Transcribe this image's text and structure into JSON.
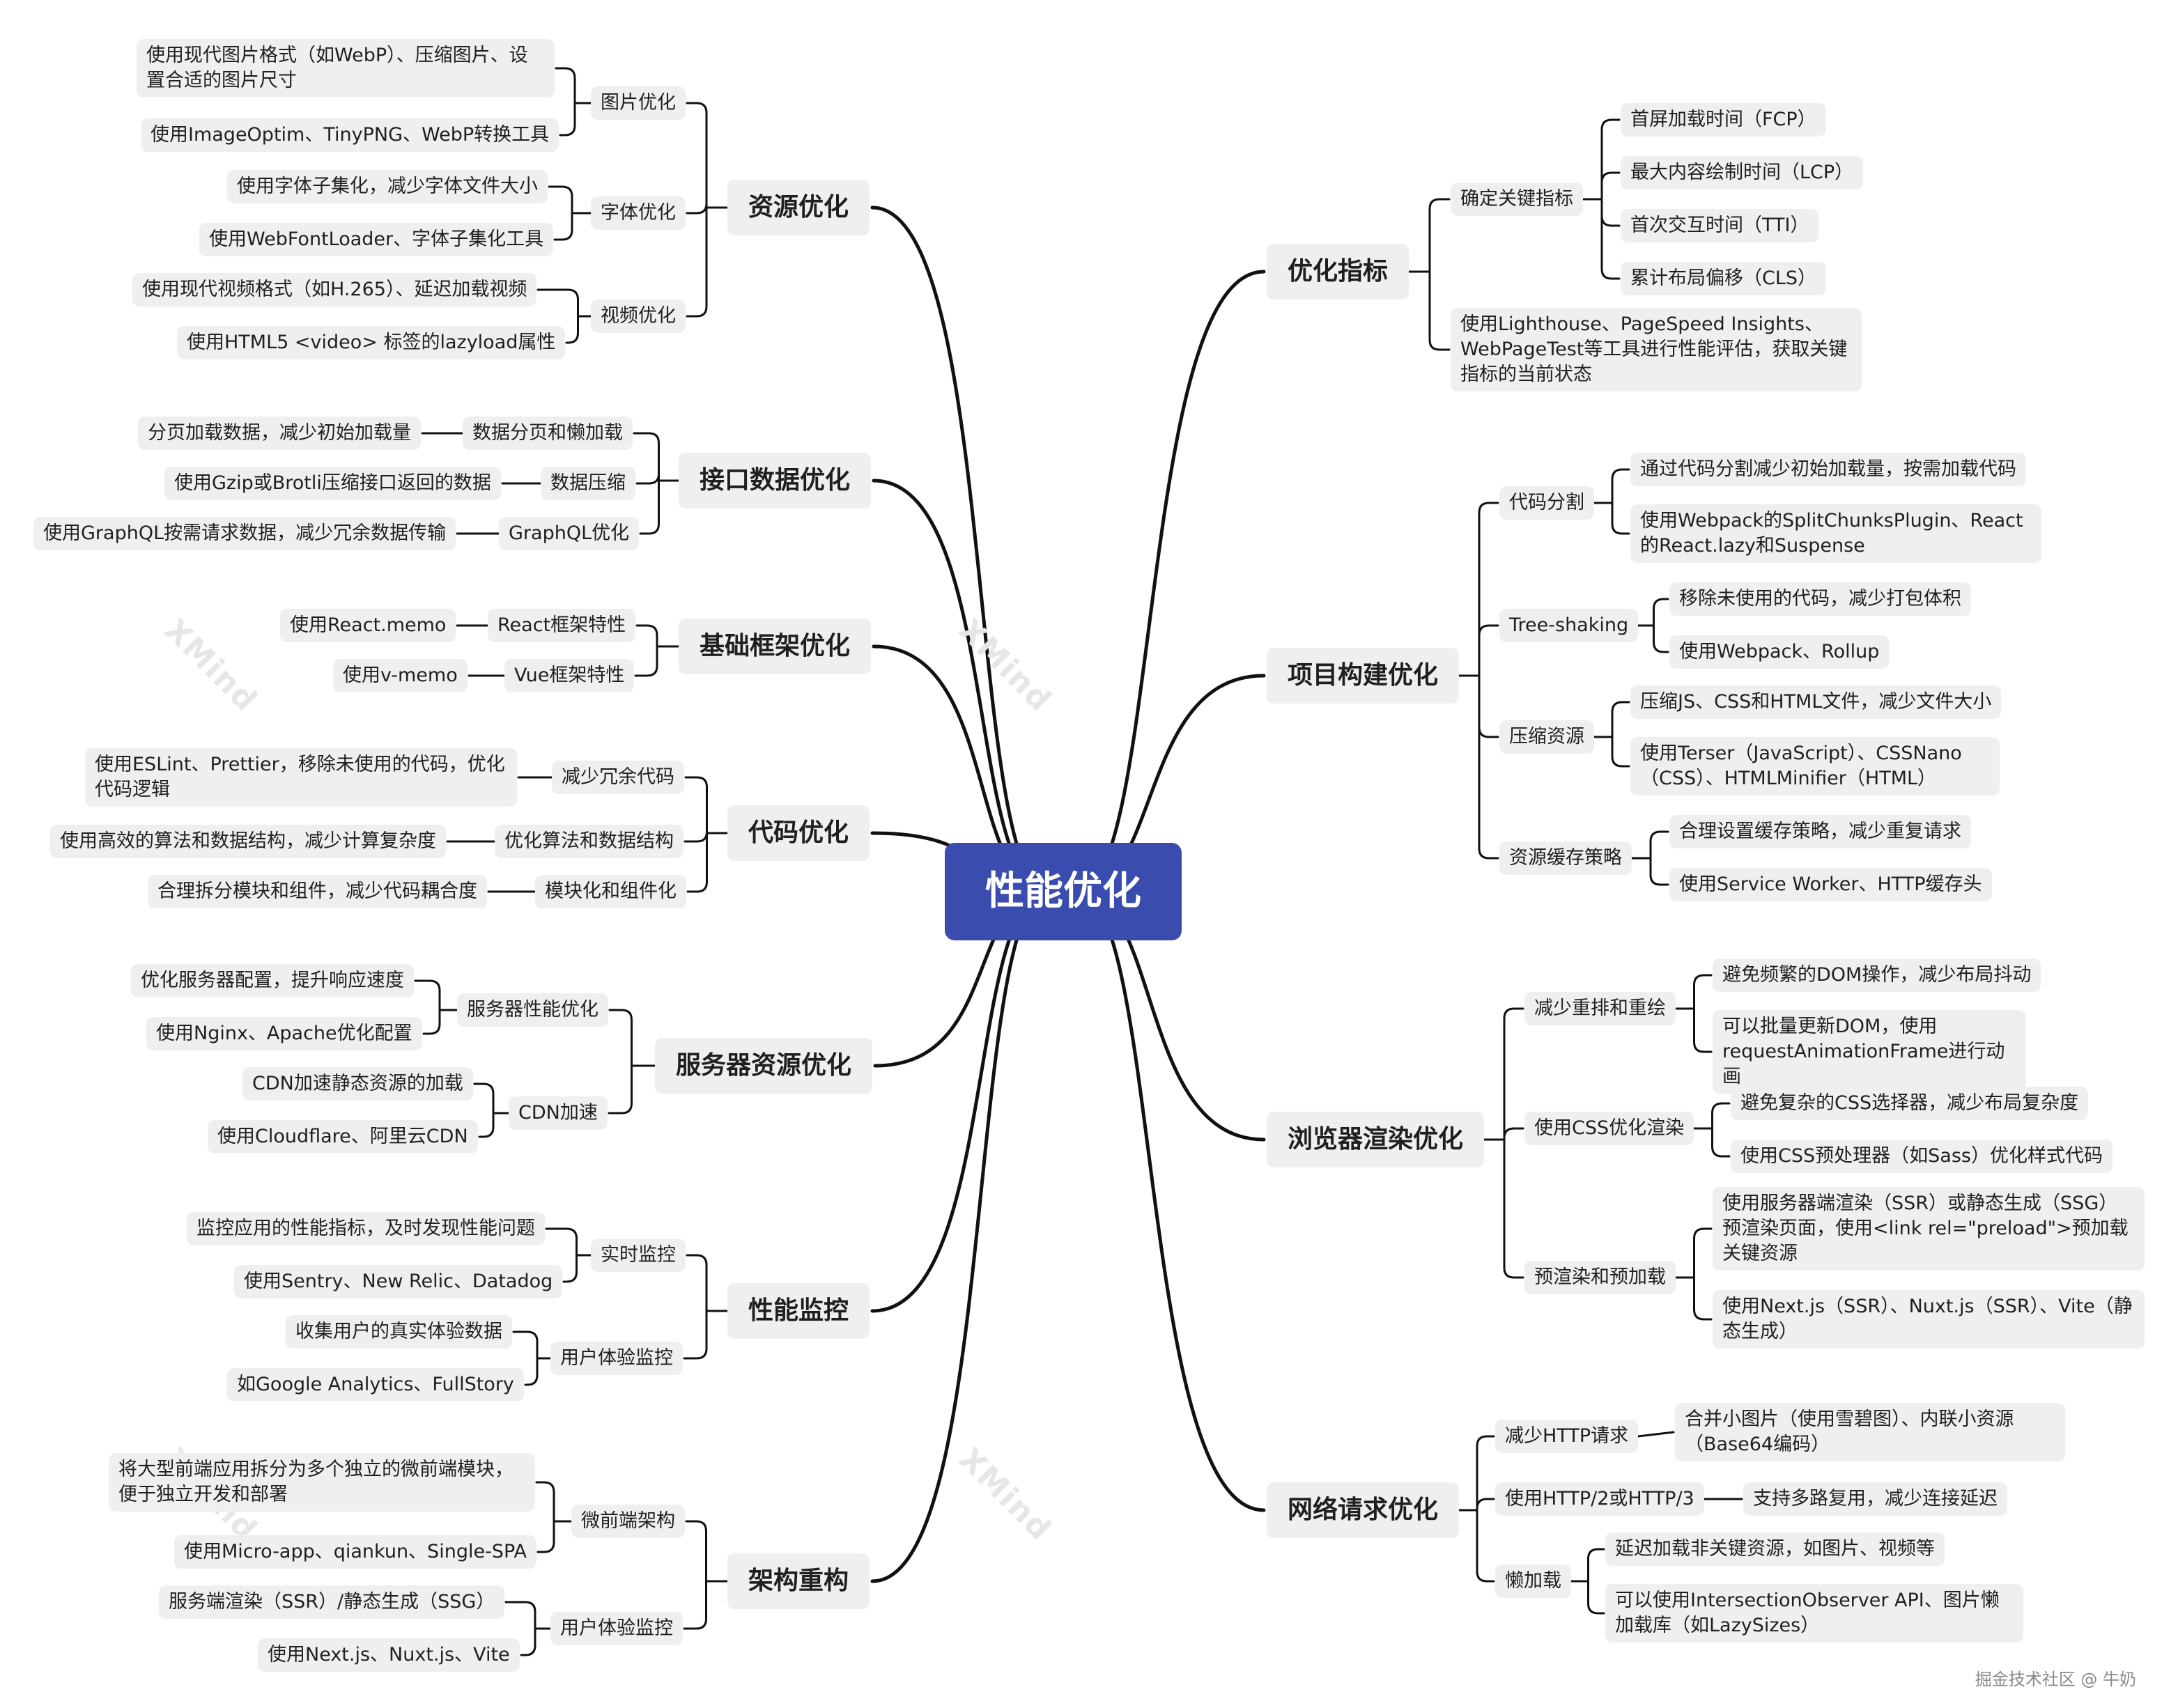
{
  "footer": "掘金技术社区 @ 牛奶",
  "watermark": "XMind",
  "mindmap": {
    "center": "性能优化",
    "left": [
      {
        "label": "资源优化",
        "children": [
          {
            "label": "图片优化",
            "children": [
              "使用现代图片格式（如WebP）、压缩图片、设置合适的图片尺寸",
              "使用ImageOptim、TinyPNG、WebP转换工具"
            ]
          },
          {
            "label": "字体优化",
            "children": [
              "使用字体子集化，减少字体文件大小",
              "使用WebFontLoader、字体子集化工具"
            ]
          },
          {
            "label": "视频优化",
            "children": [
              "使用现代视频格式（如H.265）、延迟加载视频",
              "使用HTML5 <video> 标签的lazyload属性"
            ]
          }
        ]
      },
      {
        "label": "接口数据优化",
        "children": [
          {
            "label": "数据分页和懒加载",
            "children": [
              "分页加载数据，减少初始加载量"
            ]
          },
          {
            "label": "数据压缩",
            "children": [
              "使用Gzip或Brotli压缩接口返回的数据"
            ]
          },
          {
            "label": "GraphQL优化",
            "children": [
              "使用GraphQL按需请求数据，减少冗余数据传输"
            ]
          }
        ]
      },
      {
        "label": "基础框架优化",
        "children": [
          {
            "label": "React框架特性",
            "children": [
              "使用React.memo"
            ]
          },
          {
            "label": "Vue框架特性",
            "children": [
              "使用v-memo"
            ]
          }
        ]
      },
      {
        "label": "代码优化",
        "children": [
          {
            "label": "减少冗余代码",
            "children": [
              "使用ESLint、Prettier，移除未使用的代码，优化代码逻辑"
            ]
          },
          {
            "label": "优化算法和数据结构",
            "children": [
              "使用高效的算法和数据结构，减少计算复杂度"
            ]
          },
          {
            "label": "模块化和组件化",
            "children": [
              "合理拆分模块和组件，减少代码耦合度"
            ]
          }
        ]
      },
      {
        "label": "服务器资源优化",
        "children": [
          {
            "label": "服务器性能优化",
            "children": [
              "优化服务器配置，提升响应速度",
              "使用Nginx、Apache优化配置"
            ]
          },
          {
            "label": "CDN加速",
            "children": [
              "CDN加速静态资源的加载",
              "使用Cloudflare、阿里云CDN"
            ]
          }
        ]
      },
      {
        "label": "性能监控",
        "children": [
          {
            "label": "实时监控",
            "children": [
              "监控应用的性能指标，及时发现性能问题",
              "使用Sentry、New Relic、Datadog"
            ]
          },
          {
            "label": "用户体验监控",
            "children": [
              "收集用户的真实体验数据",
              "如Google Analytics、FullStory"
            ]
          }
        ]
      },
      {
        "label": "架构重构",
        "children": [
          {
            "label": "微前端架构",
            "children": [
              "将大型前端应用拆分为多个独立的微前端模块，便于独立开发和部署",
              "使用Micro-app、qiankun、Single-SPA"
            ]
          },
          {
            "label": "用户体验监控",
            "children": [
              "服务端渲染（SSR）/静态生成（SSG）",
              "使用Next.js、Nuxt.js、Vite"
            ]
          }
        ]
      }
    ],
    "right": [
      {
        "label": "优化指标",
        "children": [
          {
            "label": "确定关键指标",
            "children": [
              "首屏加载时间（FCP）",
              "最大内容绘制时间（LCP）",
              "首次交互时间（TTI）",
              "累计布局偏移（CLS）"
            ]
          },
          {
            "label": "使用Lighthouse、PageSpeed Insights、WebPageTest等工具进行性能评估，获取关键指标的当前状态",
            "children": []
          }
        ]
      },
      {
        "label": "项目构建优化",
        "children": [
          {
            "label": "代码分割",
            "children": [
              "通过代码分割减少初始加载量，按需加载代码",
              "使用Webpack的SplitChunksPlugin、React的React.lazy和Suspense"
            ]
          },
          {
            "label": "Tree-shaking",
            "children": [
              "移除未使用的代码，减少打包体积",
              "使用Webpack、Rollup"
            ]
          },
          {
            "label": "压缩资源",
            "children": [
              "压缩JS、CSS和HTML文件，减少文件大小",
              "使用Terser（JavaScript）、CSSNano（CSS）、HTMLMinifier（HTML）"
            ]
          },
          {
            "label": "资源缓存策略",
            "children": [
              "合理设置缓存策略，减少重复请求",
              "使用Service Worker、HTTP缓存头"
            ]
          }
        ]
      },
      {
        "label": "浏览器渲染优化",
        "children": [
          {
            "label": "减少重排和重绘",
            "children": [
              "避免频繁的DOM操作，减少布局抖动",
              "可以批量更新DOM，使用requestAnimationFrame进行动画"
            ]
          },
          {
            "label": "使用CSS优化渲染",
            "children": [
              "避免复杂的CSS选择器，减少布局复杂度",
              "使用CSS预处理器（如Sass）优化样式代码"
            ]
          },
          {
            "label": "预渲染和预加载",
            "children": [
              "使用服务器端渲染（SSR）或静态生成（SSG）预渲染页面，使用<link rel=\"preload\">预加载关键资源",
              "使用Next.js（SSR）、Nuxt.js（SSR）、Vite（静态生成）"
            ]
          }
        ]
      },
      {
        "label": "网络请求优化",
        "children": [
          {
            "label": "减少HTTP请求",
            "children": [
              "合并小图片（使用雪碧图）、内联小资源（Base64编码）"
            ]
          },
          {
            "label": "使用HTTP/2或HTTP/3",
            "children": [
              "支持多路复用，减少连接延迟"
            ]
          },
          {
            "label": "懒加载",
            "children": [
              "延迟加载非关键资源，如图片、视频等",
              "可以使用IntersectionObserver API、图片懒加载库（如LazySizes）"
            ]
          }
        ]
      }
    ]
  }
}
